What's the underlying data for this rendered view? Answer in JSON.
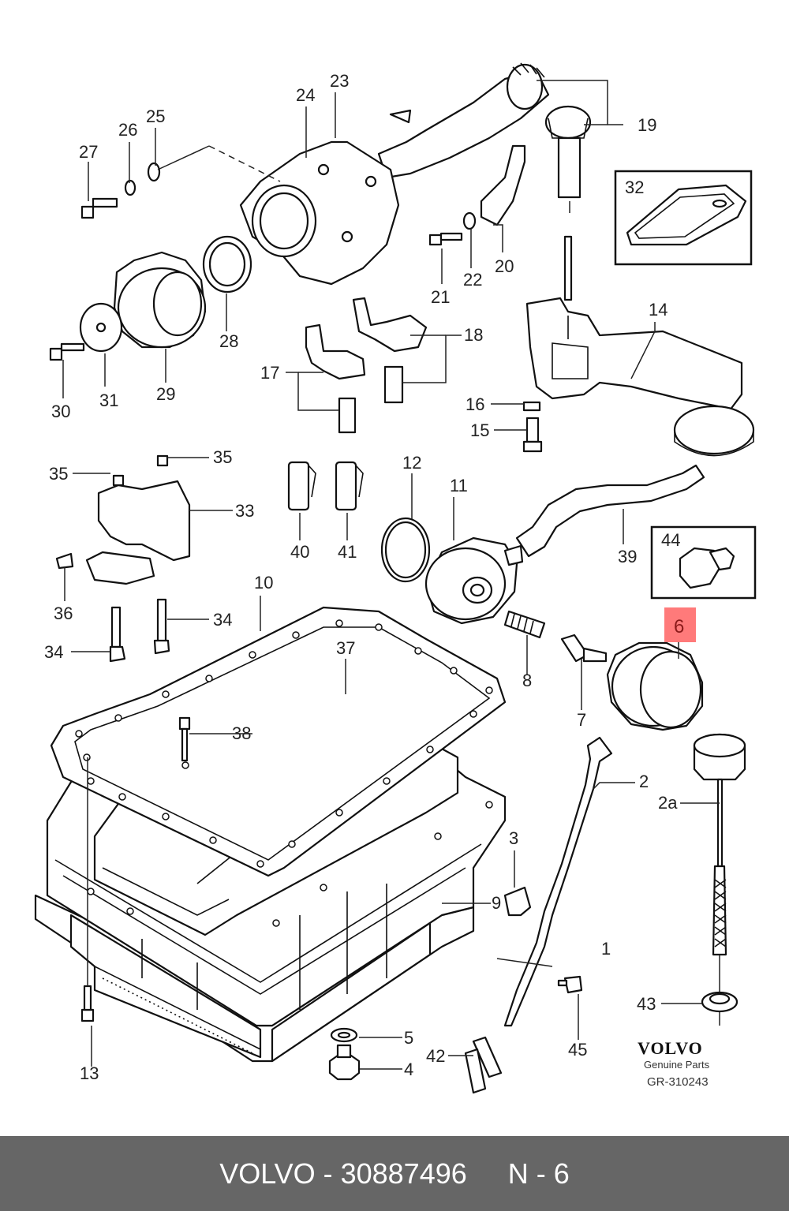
{
  "diagram": {
    "title": "Oil pan, oil pump and oil filter exploded view",
    "highlighted_part": "6",
    "highlight_color": "#ff7a7a",
    "callouts": [
      "1",
      "2",
      "2a",
      "3",
      "4",
      "5",
      "6",
      "7",
      "8",
      "9",
      "10",
      "11",
      "12",
      "13",
      "14",
      "15",
      "16",
      "17",
      "18",
      "19",
      "20",
      "21",
      "22",
      "23",
      "24",
      "25",
      "26",
      "27",
      "28",
      "29",
      "30",
      "31",
      "32",
      "33",
      "34",
      "34",
      "35",
      "35",
      "36",
      "37",
      "38",
      "39",
      "40",
      "41",
      "42",
      "43",
      "44",
      "45"
    ],
    "labels": {
      "p1": "1",
      "p2": "2",
      "p2a": "2a",
      "p3": "3",
      "p4": "4",
      "p5": "5",
      "p6": "6",
      "p7": "7",
      "p8": "8",
      "p9": "9",
      "p10": "10",
      "p11": "11",
      "p12": "12",
      "p13": "13",
      "p14": "14",
      "p15": "15",
      "p16": "16",
      "p17": "17",
      "p18": "18",
      "p19": "19",
      "p20": "20",
      "p21": "21",
      "p22": "22",
      "p23": "23",
      "p24": "24",
      "p25": "25",
      "p26": "26",
      "p27": "27",
      "p28": "28",
      "p29": "29",
      "p30": "30",
      "p31": "31",
      "p32": "32",
      "p33": "33",
      "p34a": "34",
      "p34b": "34",
      "p35a": "35",
      "p35b": "35",
      "p36": "36",
      "p37": "37",
      "p38": "38",
      "p39": "39",
      "p40": "40",
      "p41": "41",
      "p42": "42",
      "p43": "43",
      "p44": "44",
      "p45": "45"
    },
    "branding": {
      "logo": "VOLVO",
      "subtitle": "Genuine Parts",
      "code": "GR-310243"
    }
  },
  "footer": {
    "part_text": "VOLVO - 30887496",
    "position_text": "N - 6",
    "background": "#666666"
  }
}
